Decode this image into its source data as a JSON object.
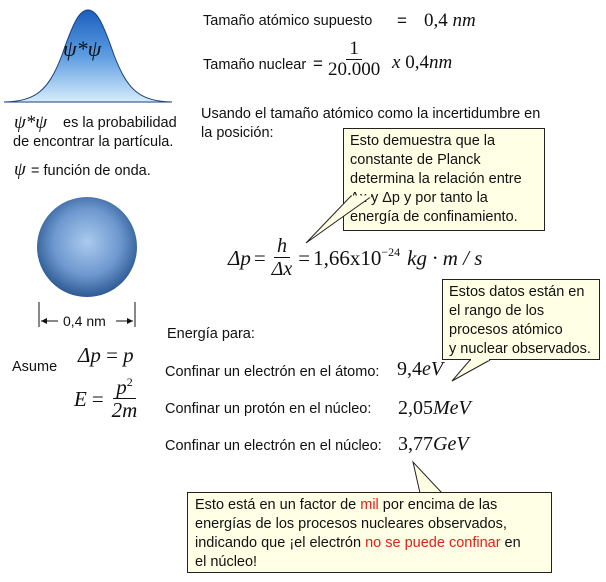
{
  "wave": {
    "psi_star_psi": "ψ*ψ",
    "psi": "ψ",
    "prob_text_line1": "es la probabilidad",
    "prob_text_line2": "de encontrar la partícula.",
    "wave_fn_text": "= función de onda.",
    "colors": {
      "bell_top": "#1a5fbf",
      "bell_bottom": "#d7ecfb"
    }
  },
  "atom": {
    "size_label": "0,4 nm",
    "colors": {
      "center": "#aacbee",
      "edge": "#2d5a94"
    }
  },
  "sizes": {
    "atomic_label": "Tamaño atómico supuesto",
    "atomic_eq": "=",
    "atomic_value": "0,4",
    "atomic_unit": "nm",
    "nuclear_label": "Tamaño nuclear",
    "nuclear_eq": "=",
    "nuclear_num": "1",
    "nuclear_den": "20.000",
    "nuclear_x": "x",
    "nuclear_value": "0,4",
    "nuclear_unit": "nm"
  },
  "uncertainty": {
    "line1": "Usando el tamaño atómico como la incertidumbre en",
    "line2": "la posición:",
    "lhs": "Δp",
    "eq": "=",
    "h": "h",
    "dx": "Δx",
    "eq2": "=",
    "value": "1,66x10",
    "exp": "−24",
    "unit": "kg · m / s"
  },
  "callout_planck": {
    "line1": "Esto demuestra que la",
    "line2": "constante de Planck",
    "line3": "determina la relación entre",
    "dx": "Δx",
    "y1": "y",
    "dp": "Δp",
    "rest": "y por tanto la",
    "line5": "energía de confinamiento."
  },
  "callout_range": {
    "line1": "Estos datos están en",
    "line2": "el rango de los",
    "line3": "procesos atómico",
    "line4": "y nuclear observados."
  },
  "assume": {
    "label": "Asume",
    "dp": "Δp",
    "eq1": "=",
    "p": "p",
    "E": "E",
    "eq2": "=",
    "p_sq": "p",
    "sq": "2",
    "two_m": "2m"
  },
  "energy": {
    "heading": "Energía para:",
    "rows": [
      {
        "label": "Confinar un electrón en el átomo:",
        "value": "9,4",
        "unit": "eV"
      },
      {
        "label": "Confinar un protón en el núcleo:",
        "value": "2,05",
        "unit": "MeV"
      },
      {
        "label": "Confinar un electrón en el núcleo:",
        "value": "3,77",
        "unit": "GeV"
      }
    ]
  },
  "callout_factor": {
    "p1": "Esto está en un factor de ",
    "mil": "mil",
    "p2": " por encima de las",
    "line2": "energías de los procesos nucleares observados,",
    "p3": "indicando que ¡el electrón ",
    "no_conf": "no se puede confinar",
    "p4": " en",
    "line4": "el núcleo!",
    "highlight_color": "#e0201c"
  }
}
